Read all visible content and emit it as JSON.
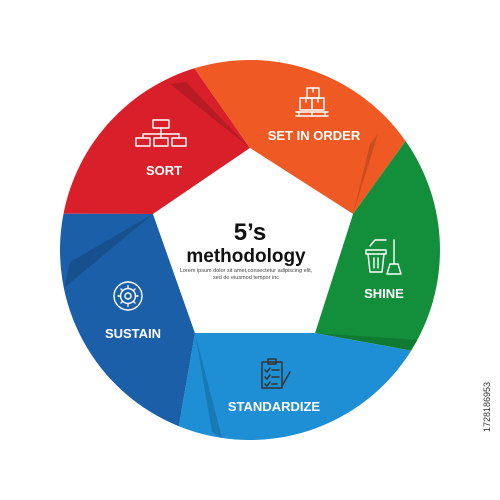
{
  "diagram": {
    "center": {
      "title_line1": "5’s",
      "title_line2": "methodology",
      "desc_line1": "Lorem ipsum dolor sit amet,consectetur adipiscing elit,",
      "desc_line2": "sed do eiusmod tempor inc"
    },
    "segments": [
      {
        "label": "SORT",
        "icon": "org-chart-icon",
        "color": "#d9202a"
      },
      {
        "label": "SET IN ORDER",
        "icon": "boxes-on-pallet-icon",
        "color": "#ef5a24"
      },
      {
        "label": "SHINE",
        "icon": "trash-bin-broom-icon",
        "color": "#138f3b"
      },
      {
        "label": "STANDARDIZE",
        "icon": "clipboard-checklist-icon",
        "color": "#1e8fd5"
      },
      {
        "label": "SUSTAIN",
        "icon": "gear-cycle-icon",
        "color": "#1b5fa8"
      }
    ]
  },
  "stock_id": "1728186953"
}
